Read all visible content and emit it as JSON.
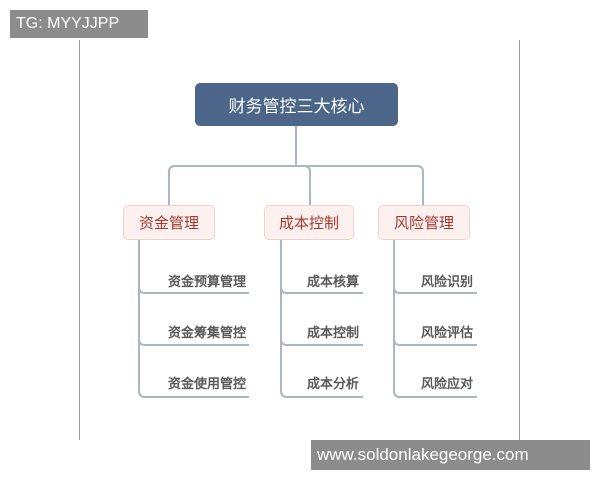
{
  "watermark_top": "TG: MYYJJPP",
  "watermark_bottom": "www.soldonlakegeorge.com",
  "root": "财务管控三大核心",
  "branches": [
    {
      "label": "资金管理",
      "items": [
        "资金预算管理",
        "资金筹集管控",
        "资金使用管控"
      ]
    },
    {
      "label": "成本控制",
      "items": [
        "成本核算",
        "成本控制",
        "成本分析"
      ]
    },
    {
      "label": "风险管理",
      "items": [
        "风险识别",
        "风险评估",
        "风险应对"
      ]
    }
  ],
  "colors": {
    "root": "#4b6689",
    "child_text": "#a8362c",
    "line": "#a9b7bf"
  }
}
